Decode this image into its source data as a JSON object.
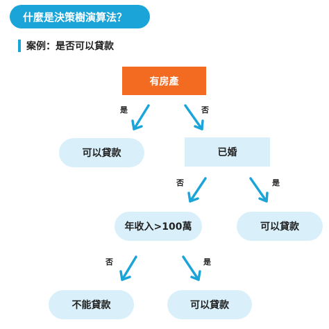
{
  "header": {
    "title": "什麼是決策樹演算法？",
    "subtitle": "案例：是否可以貸款"
  },
  "nodes": {
    "root": "有房產",
    "married": "已婚",
    "income": "年收入>100萬",
    "leaf_yes_house": "可以貸款",
    "leaf_married_yes": "可以貸款",
    "leaf_income_no": "不能貸款",
    "leaf_income_yes": "可以貸款"
  },
  "edges": {
    "root_yes": "是",
    "root_no": "否",
    "married_no": "否",
    "married_yes": "是",
    "income_no": "否",
    "income_yes": "是"
  },
  "colors": {
    "accent": "#1aa4d8",
    "root_fill": "#f26b21",
    "node_fill": "#d9f0fa"
  }
}
